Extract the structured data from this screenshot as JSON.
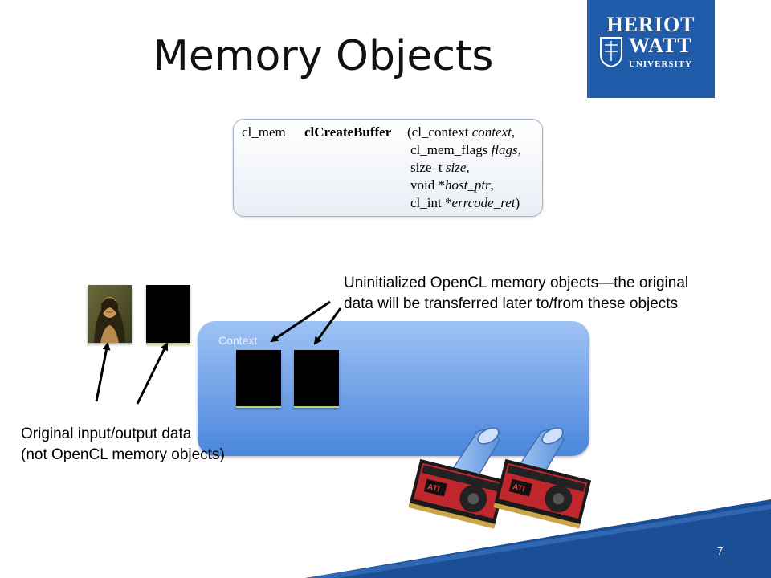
{
  "slide": {
    "title": "Memory Objects",
    "page_number": "7"
  },
  "logo": {
    "line1": "HERIOT",
    "line2": "WATT",
    "line3": "UNIVERSITY"
  },
  "code": {
    "return_type": "cl_mem",
    "function_name": "clCreateBuffer",
    "params": [
      {
        "type": "(cl_context",
        "name": "context",
        "sep": ","
      },
      {
        "type": "cl_mem_flags",
        "name": "flags",
        "sep": ","
      },
      {
        "type": "size_t",
        "name": "size",
        "sep": ","
      },
      {
        "type": "void *",
        "name": "host_ptr",
        "sep": ","
      },
      {
        "type": "cl_int *",
        "name": "errcode_ret",
        "sep": ")"
      }
    ]
  },
  "annotations": {
    "uninitialized_line1": "Uninitialized OpenCL memory objects—the original",
    "uninitialized_line2": "data will be transferred later to/from these objects",
    "original_line1": "Original input/output data",
    "original_line2": "(not OpenCL memory objects)"
  },
  "diagram": {
    "context_label": "Context",
    "device_logo": "ATI"
  },
  "colors": {
    "logo_blue": "#1f5ba8",
    "context_top": "#9fc2f5",
    "context_bottom": "#4a86dc",
    "footer_blue": "#1a4f96",
    "gpu_red": "#c0272d"
  },
  "icons": [
    "heriot-watt-crest-icon",
    "mona-lisa-image",
    "gpu-card-image",
    "arrow-icon",
    "pipe-icon"
  ]
}
